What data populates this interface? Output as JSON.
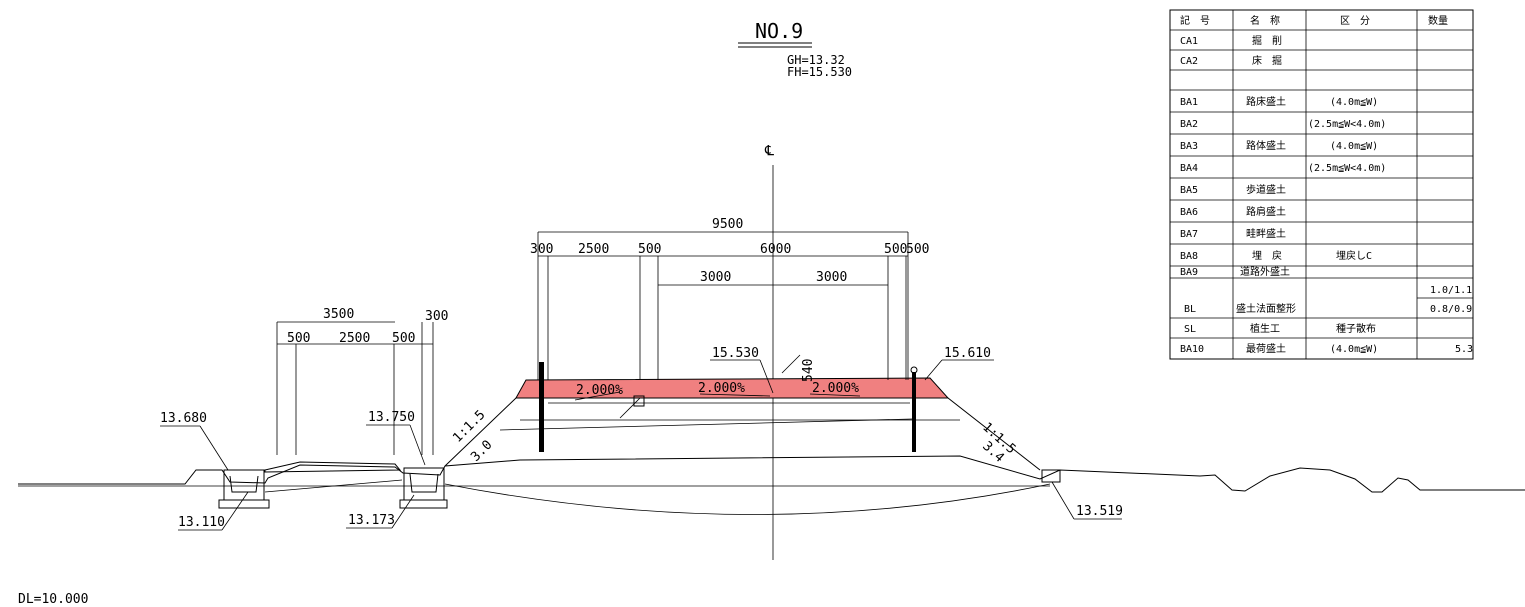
{
  "drawing": {
    "station_label": "NO.9",
    "ground_height": "GH=13.32",
    "formation_height": "FH=15.530",
    "centerline_symbol": "℄",
    "datum_level": "DL=10.000",
    "fill_color": "#f08080"
  },
  "dimensions": {
    "road_total": "9500",
    "left_shoulder_outer": "300",
    "left_sidewalk": "2500",
    "left_shoulder_inner": "500",
    "carriageway": "6000",
    "right_shoulder_inner": "500",
    "right_shoulder_outer": "500",
    "left_lane": "3000",
    "right_lane": "3000",
    "side_road_total": "3500",
    "side_road_edge_outer": "300",
    "side_road_left": "500",
    "side_road_middle": "2500",
    "side_road_right": "500",
    "pavement_thickness": "540"
  },
  "slopes": {
    "crossfall_left": "2.000%",
    "crossfall_center": "2.000%",
    "crossfall_right": "2.000%",
    "left_slope_ratio": "1:1.5",
    "left_slope_length": "3.0",
    "right_slope_ratio": "1:1.5",
    "right_slope_length": "3.4"
  },
  "levels": {
    "crown": "15.530",
    "right_edge": "15.610",
    "left_ditch_top": "13.680",
    "left_ditch_bottom": "13.110",
    "middle_ditch_top": "13.750",
    "middle_ditch_bottom": "13.173",
    "right_toe": "13.519"
  },
  "quantity_table": {
    "headers": [
      "記　号",
      "名　称",
      "区　分",
      "数量"
    ],
    "rows": [
      [
        "CA1",
        "掘　削",
        "",
        ""
      ],
      [
        "CA2",
        "床　掘",
        "",
        ""
      ],
      [
        "",
        "",
        "",
        ""
      ],
      [
        "BA1",
        "路床盛土",
        "(4.0m≦W)",
        ""
      ],
      [
        "BA2",
        "",
        "(2.5m≦W<4.0m)",
        ""
      ],
      [
        "BA3",
        "路体盛土",
        "(4.0m≦W)",
        ""
      ],
      [
        "BA4",
        "",
        "(2.5m≦W<4.0m)",
        ""
      ],
      [
        "BA5",
        "歩道盛土",
        "",
        ""
      ],
      [
        "BA6",
        "路肩盛土",
        "",
        ""
      ],
      [
        "BA7",
        "畦畔盛土",
        "",
        ""
      ],
      [
        "BA8",
        "埋　戻",
        "埋戻しC",
        ""
      ],
      [
        "BA9",
        "道路外盛土",
        "",
        ""
      ]
    ],
    "bl_row": {
      "code": "BL",
      "name": "盛土法面整形",
      "category": "",
      "qty_1": "1.0/1.1",
      "qty_2": "0.8/0.9"
    },
    "tail_rows": [
      [
        "SL",
        "植生工",
        "種子散布",
        ""
      ],
      [
        "BA10",
        "最荷盛土",
        "(4.0m≦W)",
        "5.3"
      ]
    ]
  }
}
